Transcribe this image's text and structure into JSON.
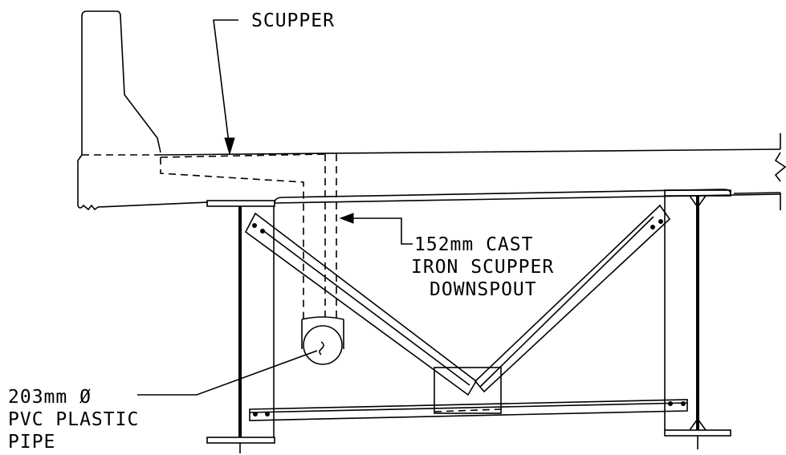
{
  "labels": {
    "scupper": "SCUPPER",
    "downspout_line1": "152mm CAST",
    "downspout_line2": "IRON SCUPPER",
    "downspout_line3": "DOWNSPOUT",
    "pipe_line1": "203mm Ø",
    "pipe_line2": "PVC PLASTIC",
    "pipe_line3": "PIPE"
  }
}
